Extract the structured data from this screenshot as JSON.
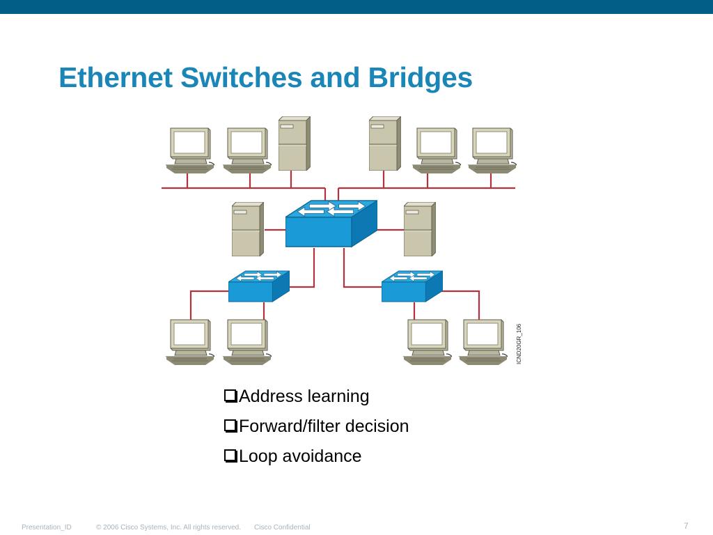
{
  "slide": {
    "title": "Ethernet Switches and Bridges",
    "figure_id": "ICND20GR_106",
    "bullets": [
      {
        "label": "Address learning"
      },
      {
        "label": "Forward/filter decision"
      },
      {
        "label": "Loop avoidance"
      }
    ],
    "footer": {
      "presentation_id": "Presentation_ID",
      "copyright": "© 2006 Cisco Systems, Inc. All rights reserved.",
      "confidential": "Cisco Confidential",
      "page_number": "7"
    }
  },
  "colors": {
    "top_bar": "#015e86",
    "title": "#1a86b8",
    "cable": "#b5323c",
    "switch_blue": "#1a9ad6",
    "device_beige": "#c9c6ad"
  },
  "diagram": {
    "nodes": [
      {
        "type": "workstation",
        "icon": "workstation-icon"
      },
      {
        "type": "server",
        "icon": "server-icon"
      },
      {
        "type": "switch",
        "icon": "switch-icon"
      }
    ]
  }
}
